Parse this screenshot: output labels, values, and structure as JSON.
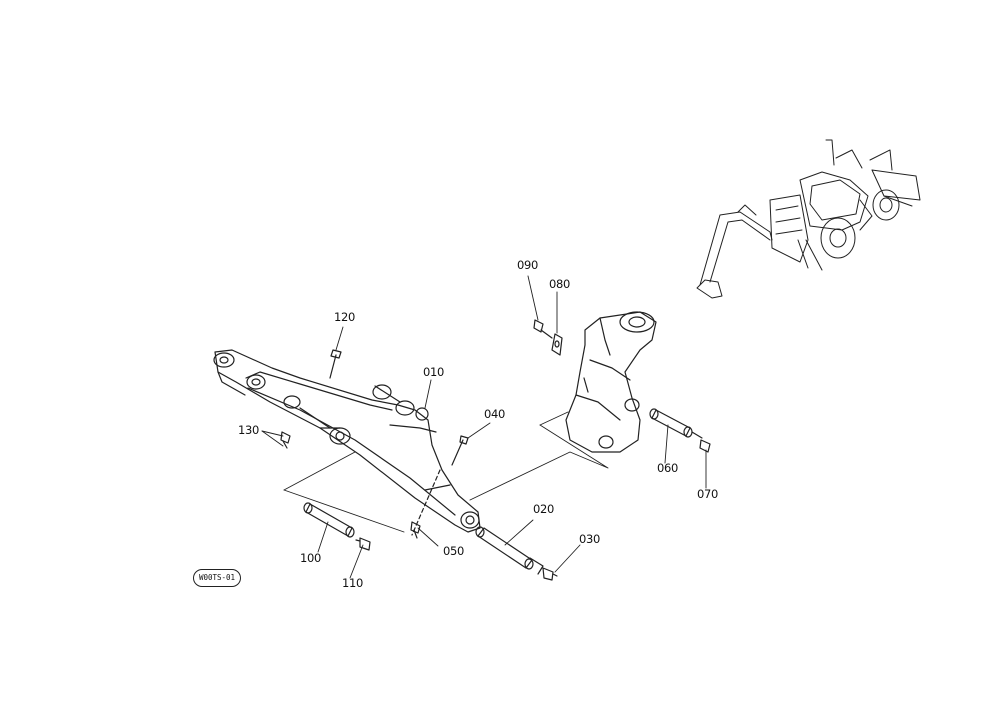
{
  "diagram": {
    "callouts": {
      "c010": "010",
      "c020": "020",
      "c030": "030",
      "c040": "040",
      "c050": "050",
      "c060": "060",
      "c070": "070",
      "c080": "080",
      "c090": "090",
      "c100": "100",
      "c110": "110",
      "c120": "120",
      "c130": "130"
    },
    "stamp_text": "W00TS-01",
    "colors": {
      "line": "#222222",
      "background": "#ffffff"
    }
  }
}
